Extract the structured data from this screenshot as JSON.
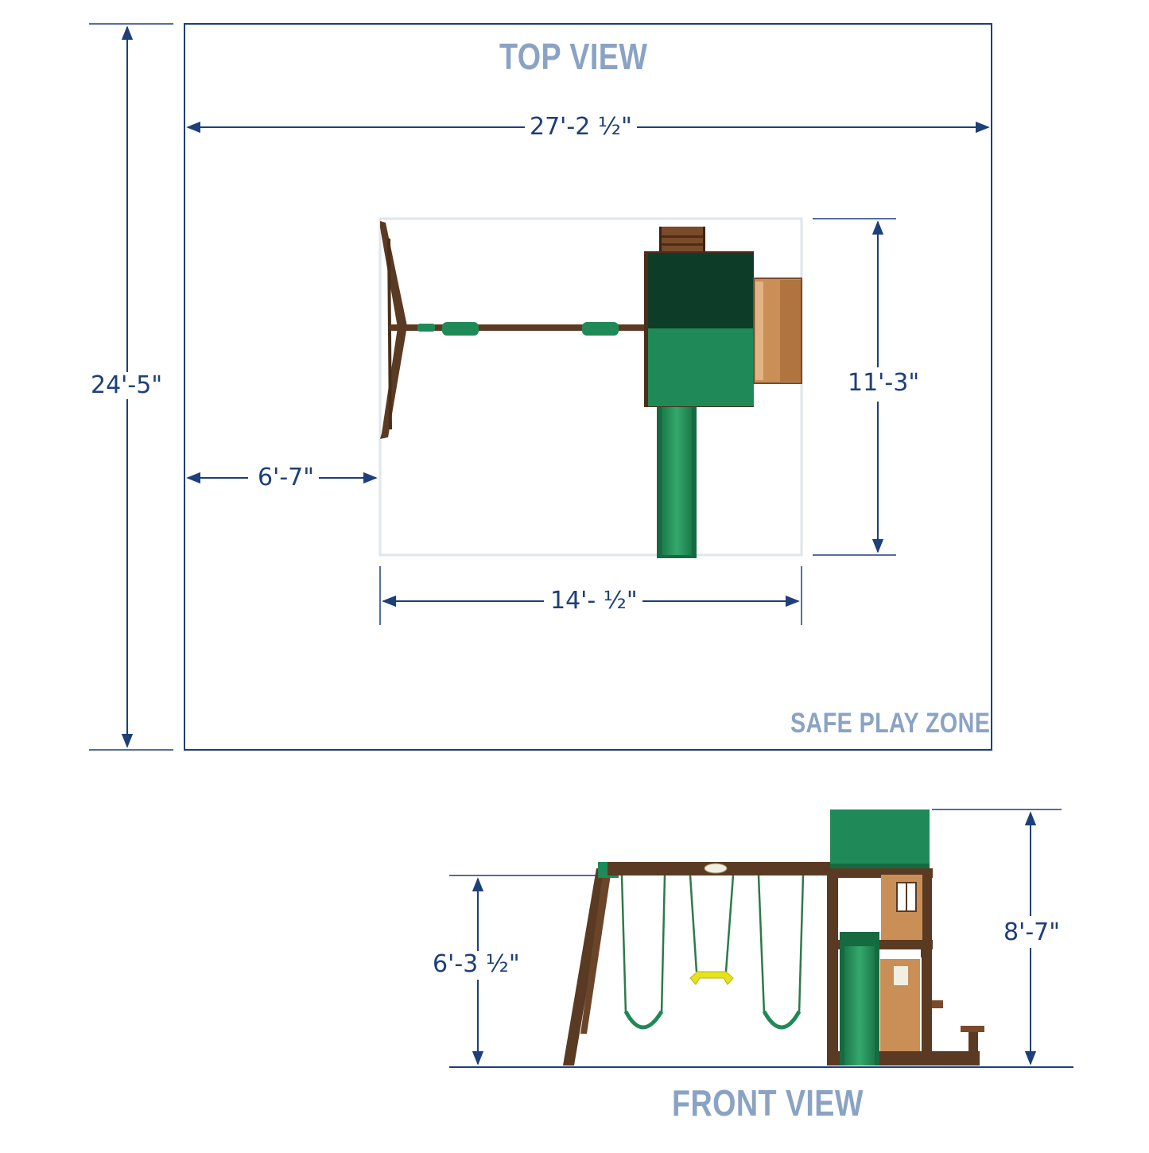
{
  "top_view": {
    "title": "TOP VIEW",
    "zone_label": "SAFE PLAY ZONE",
    "dims": {
      "zone_width": "27'-2 ½\"",
      "zone_depth": "24'-5\"",
      "clearance_left": "6'-7\"",
      "footprint_width": "14'- ½\"",
      "footprint_depth": "11'-3\""
    }
  },
  "front_view": {
    "title": "FRONT VIEW",
    "dims": {
      "swing_beam_height": "6'-3 ½\"",
      "overall_height": "8'-7\""
    }
  },
  "colors": {
    "dimension_line": "#1d3f7a",
    "title_text": "#8aa3c4",
    "wood_dark": "#5a3a22",
    "wood_light": "#c98f56",
    "canopy_green": "#1f8a58",
    "canopy_dark": "#0d3d28",
    "slide_green": "#1e8c55",
    "trapeze_yellow": "#e6e21c"
  }
}
